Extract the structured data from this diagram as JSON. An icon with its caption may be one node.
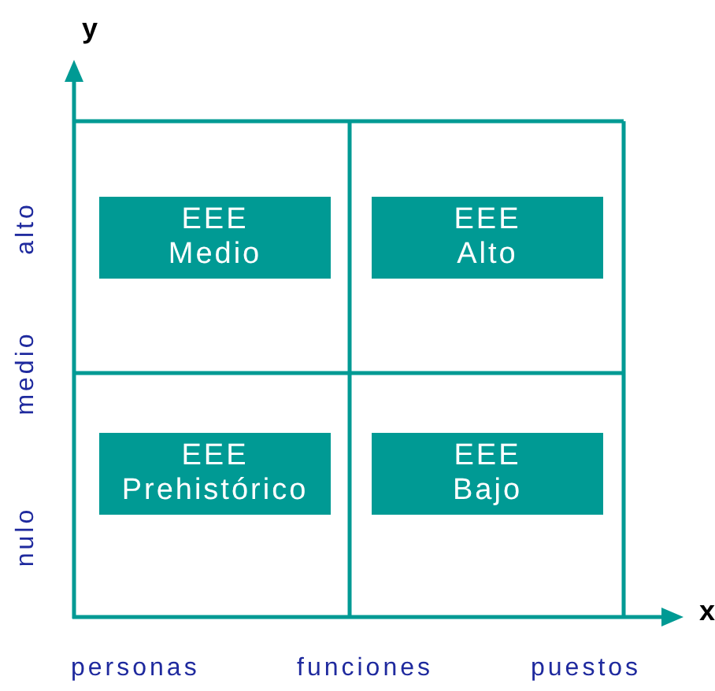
{
  "diagram": {
    "nodes": [
      {
        "text": [
          "EEE",
          "Medio"
        ]
      },
      {
        "text": [
          "EEE",
          "Alto"
        ]
      },
      {
        "text": [
          "EEE",
          "Prehistórico"
        ]
      },
      {
        "text": [
          "EEE",
          "Bajo"
        ]
      }
    ],
    "labels": [
      "y",
      "alto",
      "medio",
      "nulo",
      "x",
      "personas",
      "funciones",
      "puestos"
    ]
  }
}
